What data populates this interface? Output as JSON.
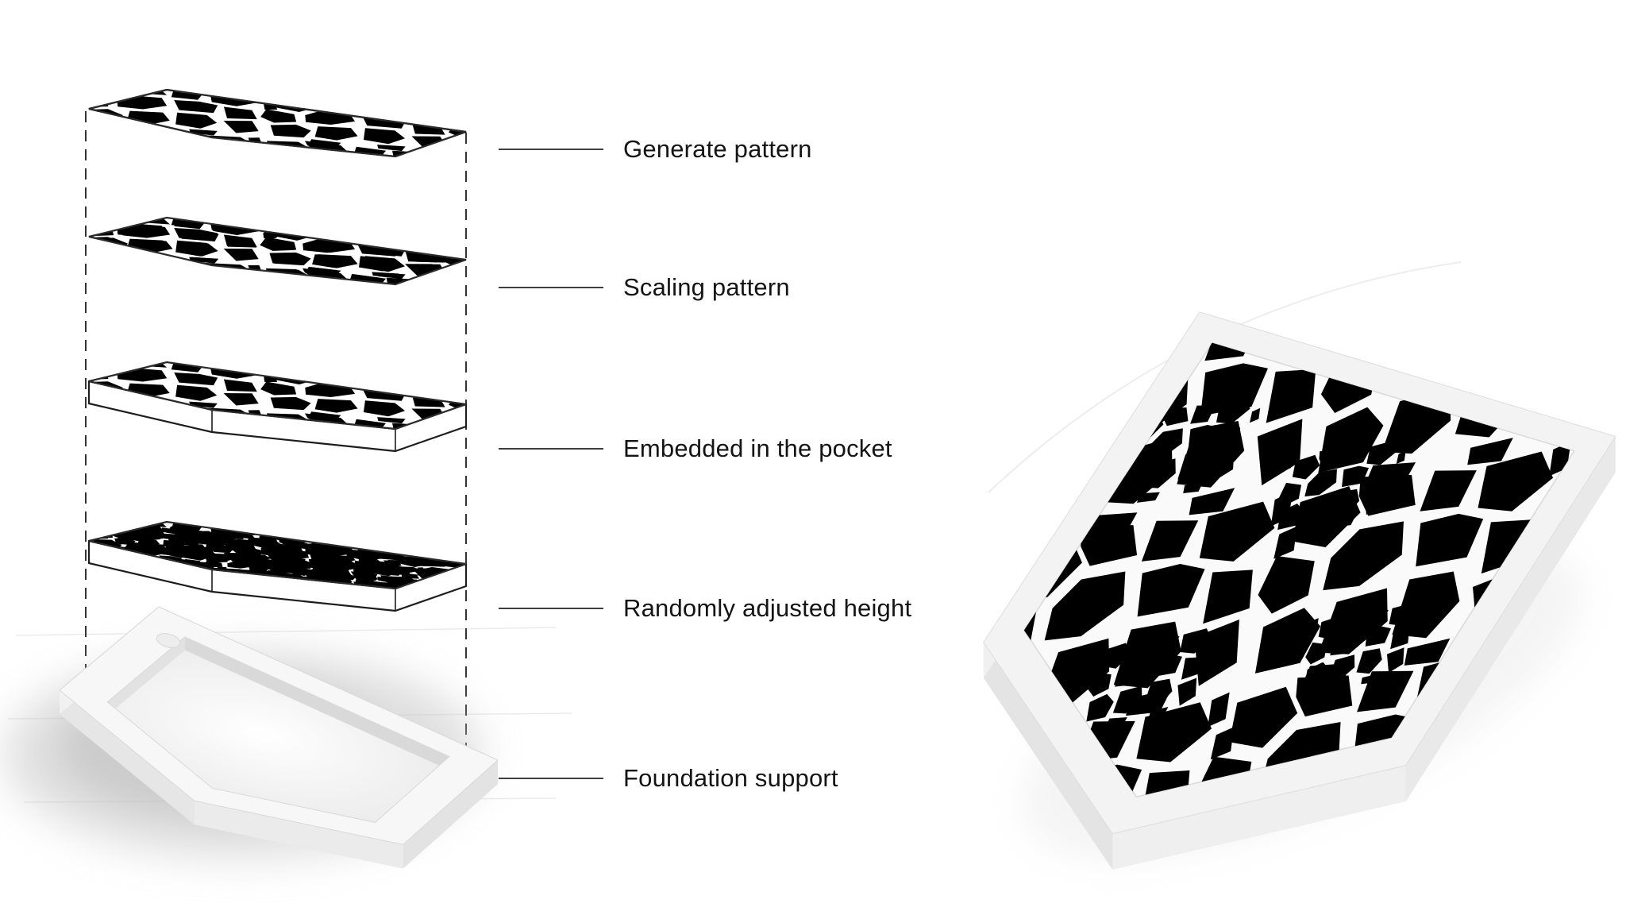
{
  "figure": {
    "background": "#ffffff",
    "steps": [
      {
        "id": "generate-pattern",
        "label": "Generate pattern"
      },
      {
        "id": "scaling-pattern",
        "label": "Scaling pattern"
      },
      {
        "id": "embedded-pocket",
        "label": "Embedded in the pocket"
      },
      {
        "id": "random-height",
        "label": "Randomly adjusted height"
      },
      {
        "id": "foundation-support",
        "label": "Foundation support"
      }
    ],
    "colors": {
      "leader_line": "#3f3f3f",
      "layer_outline": "#222222",
      "pattern_line": "#999999",
      "text": "#141414",
      "dashed_guide": "#333333",
      "render_shadow": "#c9c9c9"
    }
  }
}
